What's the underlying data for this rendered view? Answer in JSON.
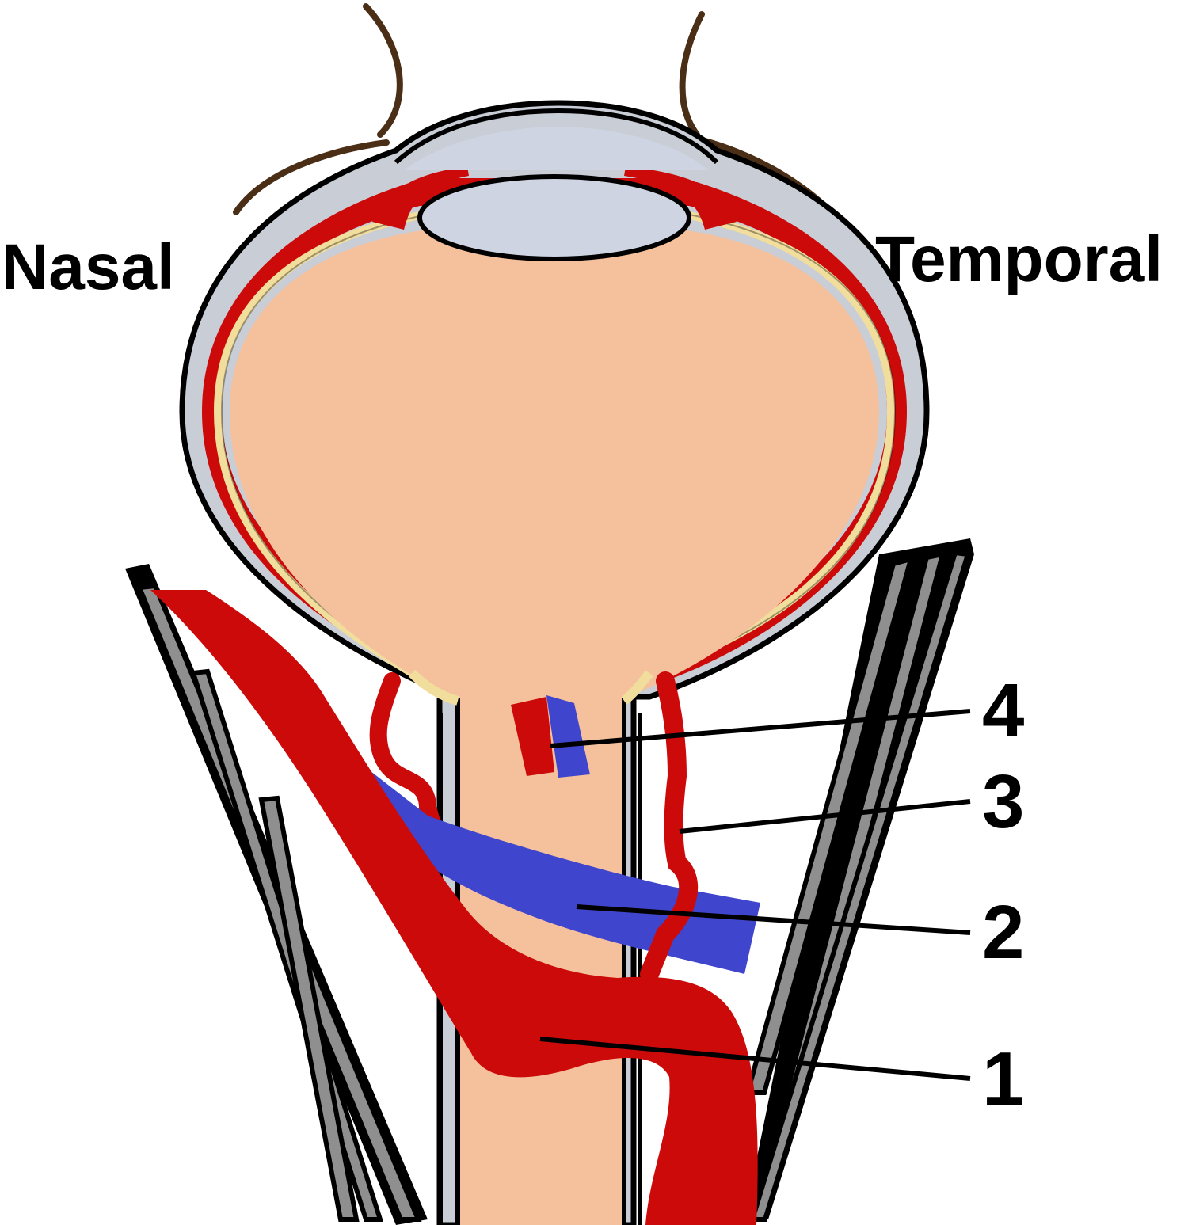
{
  "labels": {
    "nasal": "Nasal",
    "temporal": "Temporal"
  },
  "callouts": [
    {
      "number": "1"
    },
    {
      "number": "2"
    },
    {
      "number": "3"
    },
    {
      "number": "4"
    }
  ],
  "colors": {
    "artery": "#cc0a0a",
    "vein": "#3f45cc",
    "vitreous": "#f5c19d",
    "sclera": "#c9cdd6",
    "lens": "#cfd4e2",
    "retina": "#f1dd9c",
    "muscle": "#8f8f8f",
    "eyelash": "#4a2e16"
  }
}
